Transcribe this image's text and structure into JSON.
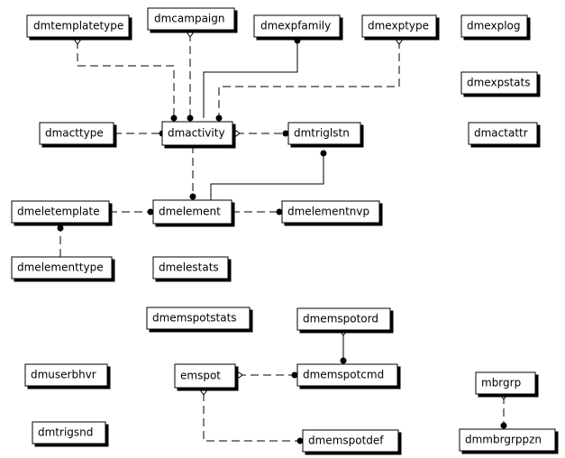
{
  "entities": [
    {
      "id": "dmtemplatetype",
      "label": "dmtemplatetype"
    },
    {
      "id": "dmcampaign",
      "label": "dmcampaign"
    },
    {
      "id": "dmexpfamily",
      "label": "dmexpfamily"
    },
    {
      "id": "dmexptype",
      "label": "dmexptype"
    },
    {
      "id": "dmexplog",
      "label": "dmexplog"
    },
    {
      "id": "dmexpstats",
      "label": "dmexpstats"
    },
    {
      "id": "dmacttype",
      "label": "dmacttype"
    },
    {
      "id": "dmactivity",
      "label": "dmactivity"
    },
    {
      "id": "dmtriglstn",
      "label": "dmtriglstn"
    },
    {
      "id": "dmactattr",
      "label": "dmactattr"
    },
    {
      "id": "dmeletemplate",
      "label": "dmeletemplate"
    },
    {
      "id": "dmelement",
      "label": "dmelement"
    },
    {
      "id": "dmelementnvp",
      "label": "dmelementnvp"
    },
    {
      "id": "dmelementtype",
      "label": "dmelementtype"
    },
    {
      "id": "dmelestats",
      "label": "dmelestats"
    },
    {
      "id": "dmemspotstats",
      "label": "dmemspotstats"
    },
    {
      "id": "dmemspotord",
      "label": "dmemspotord"
    },
    {
      "id": "dmuserbhvr",
      "label": "dmuserbhvr"
    },
    {
      "id": "emspot",
      "label": "emspot"
    },
    {
      "id": "dmemspotcmd",
      "label": "dmemspotcmd"
    },
    {
      "id": "mbrgrp",
      "label": "mbrgrp"
    },
    {
      "id": "dmtrigsnd",
      "label": "dmtrigsnd"
    },
    {
      "id": "dmemspotdef",
      "label": "dmemspotdef"
    },
    {
      "id": "dmmbrgrppzn",
      "label": "dmmbrgrppzn"
    }
  ],
  "relationships": [
    {
      "from": "dmtemplatetype",
      "to": "dmactivity",
      "style": "dashed"
    },
    {
      "from": "dmcampaign",
      "to": "dmactivity",
      "style": "dashed"
    },
    {
      "from": "dmexpfamily",
      "to": "dmactivity",
      "style": "solid"
    },
    {
      "from": "dmexptype",
      "to": "dmactivity",
      "style": "dashed"
    },
    {
      "from": "dmacttype",
      "to": "dmactivity",
      "style": "dashed"
    },
    {
      "from": "dmactivity",
      "to": "dmtriglstn",
      "style": "dashed"
    },
    {
      "from": "dmactivity",
      "to": "dmelement",
      "style": "dashed"
    },
    {
      "from": "dmtriglstn",
      "to": "dmelement",
      "style": "solid"
    },
    {
      "from": "dmeletemplate",
      "to": "dmelement",
      "style": "dashed"
    },
    {
      "from": "dmelement",
      "to": "dmelementnvp",
      "style": "dashed"
    },
    {
      "from": "dmelementtype",
      "to": "dmeletemplate",
      "style": "dashed"
    },
    {
      "from": "dmemspotord",
      "to": "dmemspotcmd",
      "style": "solid"
    },
    {
      "from": "emspot",
      "to": "dmemspotcmd",
      "style": "dashed"
    },
    {
      "from": "emspot",
      "to": "dmemspotdef",
      "style": "dashed"
    },
    {
      "from": "mbrgrp",
      "to": "dmmbrgrppzn",
      "style": "dashed"
    }
  ]
}
